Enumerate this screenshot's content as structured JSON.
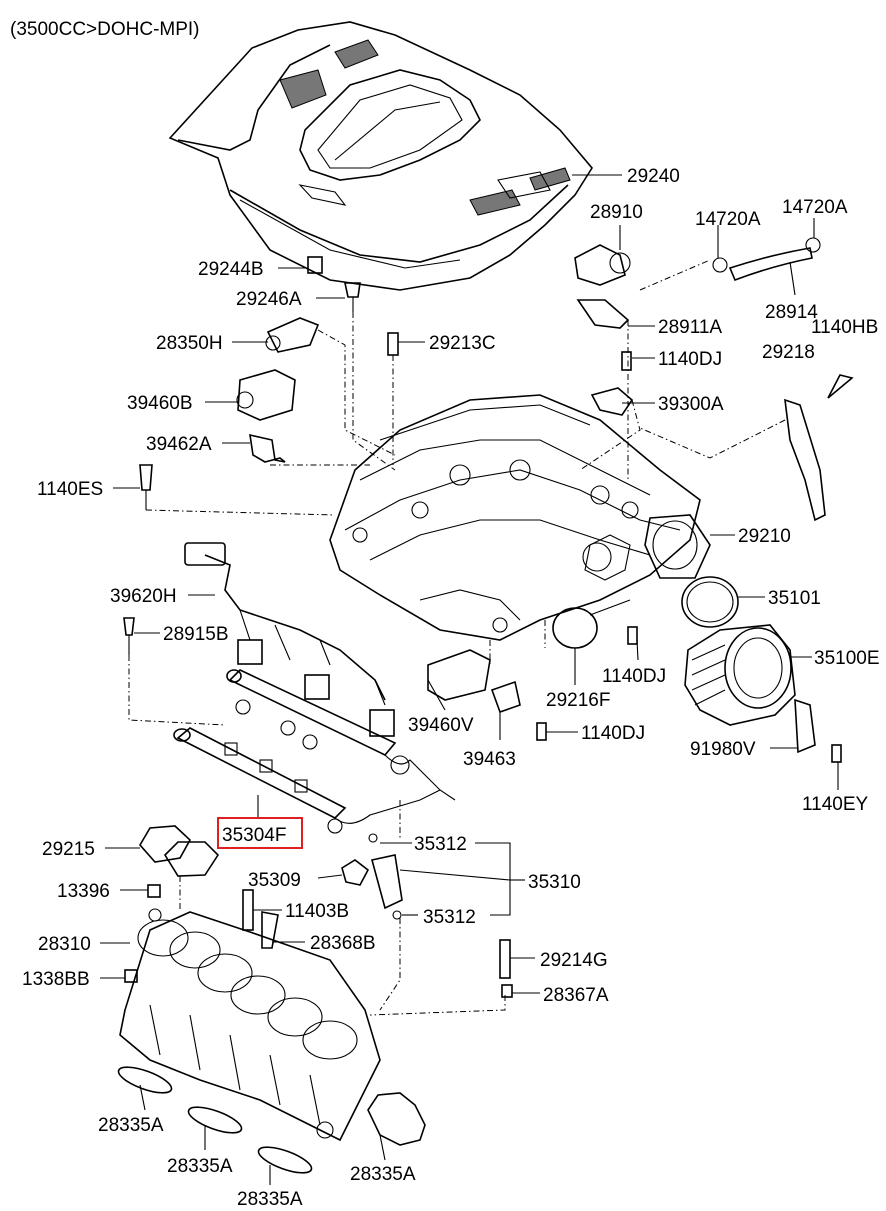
{
  "header": "(3500CC>DOHC-MPI)",
  "highlight_color": "#e02020",
  "labels": {
    "p29240": "29240",
    "p28910": "28910",
    "p14720A_1": "14720A",
    "p14720A_2": "14720A",
    "p29244B": "29244B",
    "p29246A": "29246A",
    "p28914": "28914",
    "p28350H": "28350H",
    "p28911A": "28911A",
    "p1140HB": "1140HB",
    "p29213C": "29213C",
    "p29218": "29218",
    "p1140DJ_1": "1140DJ",
    "p39460B": "39460B",
    "p39300A": "39300A",
    "p39462A": "39462A",
    "p1140ES": "1140ES",
    "p29210": "29210",
    "p39620H": "39620H",
    "p35101": "35101",
    "p28915B": "28915B",
    "p35100E": "35100E",
    "p1140DJ_2": "1140DJ",
    "p29216F": "29216F",
    "p39460V": "39460V",
    "p1140DJ_3": "1140DJ",
    "p39463": "39463",
    "p91980V": "91980V",
    "p1140EY": "1140EY",
    "p35304F": "35304F",
    "p29215": "29215",
    "p35312_1": "35312",
    "p13396": "13396",
    "p35309": "35309",
    "p35310": "35310",
    "p11403B": "11403B",
    "p35312_2": "35312",
    "p28310": "28310",
    "p28368B": "28368B",
    "p29214G": "29214G",
    "p1338BB": "1338BB",
    "p28367A": "28367A",
    "p28335A_1": "28335A",
    "p28335A_2": "28335A",
    "p28335A_3": "28335A",
    "p28335A_4": "28335A"
  }
}
